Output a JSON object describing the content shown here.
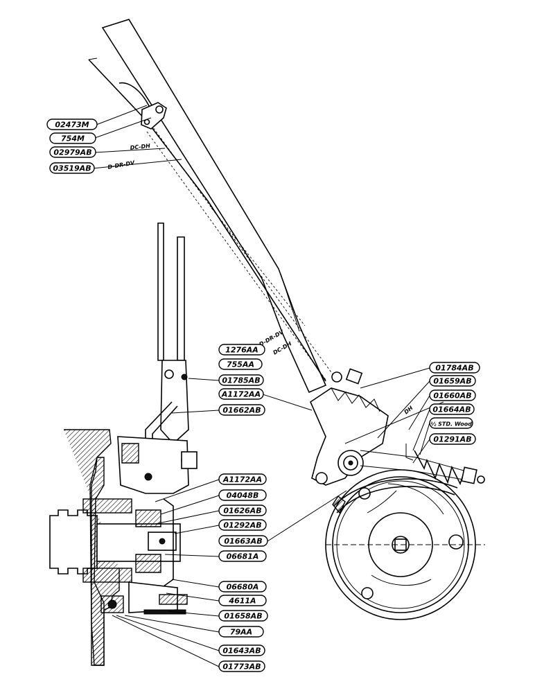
{
  "part_labels": [
    {
      "id": "l1",
      "text": "02473M"
    },
    {
      "id": "l2",
      "text": "754M"
    },
    {
      "id": "l3",
      "text": "02979AB"
    },
    {
      "id": "l4",
      "text": "03519AB"
    },
    {
      "id": "l5",
      "text": "1276AA"
    },
    {
      "id": "l6",
      "text": "755AA"
    },
    {
      "id": "l7",
      "text": "01785AB"
    },
    {
      "id": "l8",
      "text": "A1172AA"
    },
    {
      "id": "l9",
      "text": "01662AB"
    },
    {
      "id": "l10",
      "text": "01784AB"
    },
    {
      "id": "l11",
      "text": "01659AB"
    },
    {
      "id": "l12",
      "text": "01660AB"
    },
    {
      "id": "l13",
      "text": "01664AB"
    },
    {
      "id": "l14",
      "text": "½ STD. Wood"
    },
    {
      "id": "l15",
      "text": "01291AB"
    },
    {
      "id": "l16",
      "text": "A1172AA"
    },
    {
      "id": "l17",
      "text": "04048B"
    },
    {
      "id": "l18",
      "text": "01626AB"
    },
    {
      "id": "l19",
      "text": "01292AB"
    },
    {
      "id": "l20",
      "text": "01663AB"
    },
    {
      "id": "l21",
      "text": "06681A"
    },
    {
      "id": "l22",
      "text": "06680A"
    },
    {
      "id": "l23",
      "text": "4611A"
    },
    {
      "id": "l24",
      "text": "01658AB"
    },
    {
      "id": "l25",
      "text": "79AA"
    },
    {
      "id": "l26",
      "text": "01643AB"
    },
    {
      "id": "l27",
      "text": "01773AB"
    }
  ],
  "notes": {
    "dc_dh": "DC-DH",
    "d_dr_dv_top": "D-DR-DV",
    "d_dr_dv_mid": "D-DR-DV",
    "dc_dh_mid": "DC-DH",
    "dh_right": "DH"
  }
}
